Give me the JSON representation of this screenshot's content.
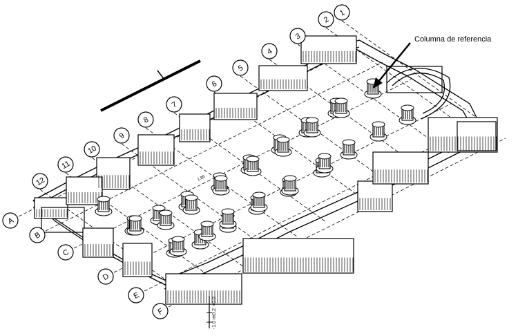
{
  "annotation": {
    "label": "Columna de referencia"
  },
  "axis_labels_numbers": [
    "1",
    "2",
    "3",
    "4",
    "5",
    "6",
    "7",
    "8",
    "9",
    "10",
    "11",
    "12"
  ],
  "axis_labels_letters": [
    "A",
    "B",
    "C",
    "D",
    "E",
    "F"
  ],
  "scale_marks": [
    "+0.0",
    "-0.2",
    "-1.0 m"
  ],
  "grid_mark": "1.85",
  "colors": {
    "ink": "#000000",
    "paper": "#ffffff",
    "shade": "#9a9a9a"
  }
}
